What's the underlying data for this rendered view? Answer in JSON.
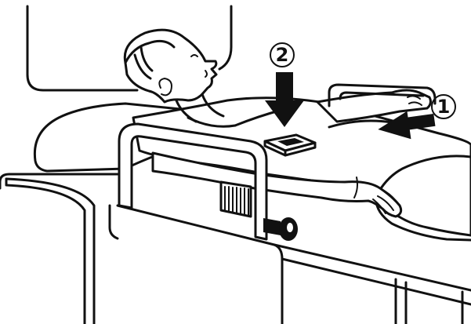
{
  "illustration": {
    "step_labels": [
      {
        "id": "step-1",
        "text": "1"
      },
      {
        "id": "step-2",
        "text": "2"
      }
    ],
    "icon_names": [
      "patient-figure",
      "bed-side-rail",
      "rail-lock-knob",
      "pointer-device",
      "down-arrow-icon",
      "left-arrow-icon"
    ],
    "colors": {
      "line": "#111111",
      "background": "#ffffff"
    }
  }
}
